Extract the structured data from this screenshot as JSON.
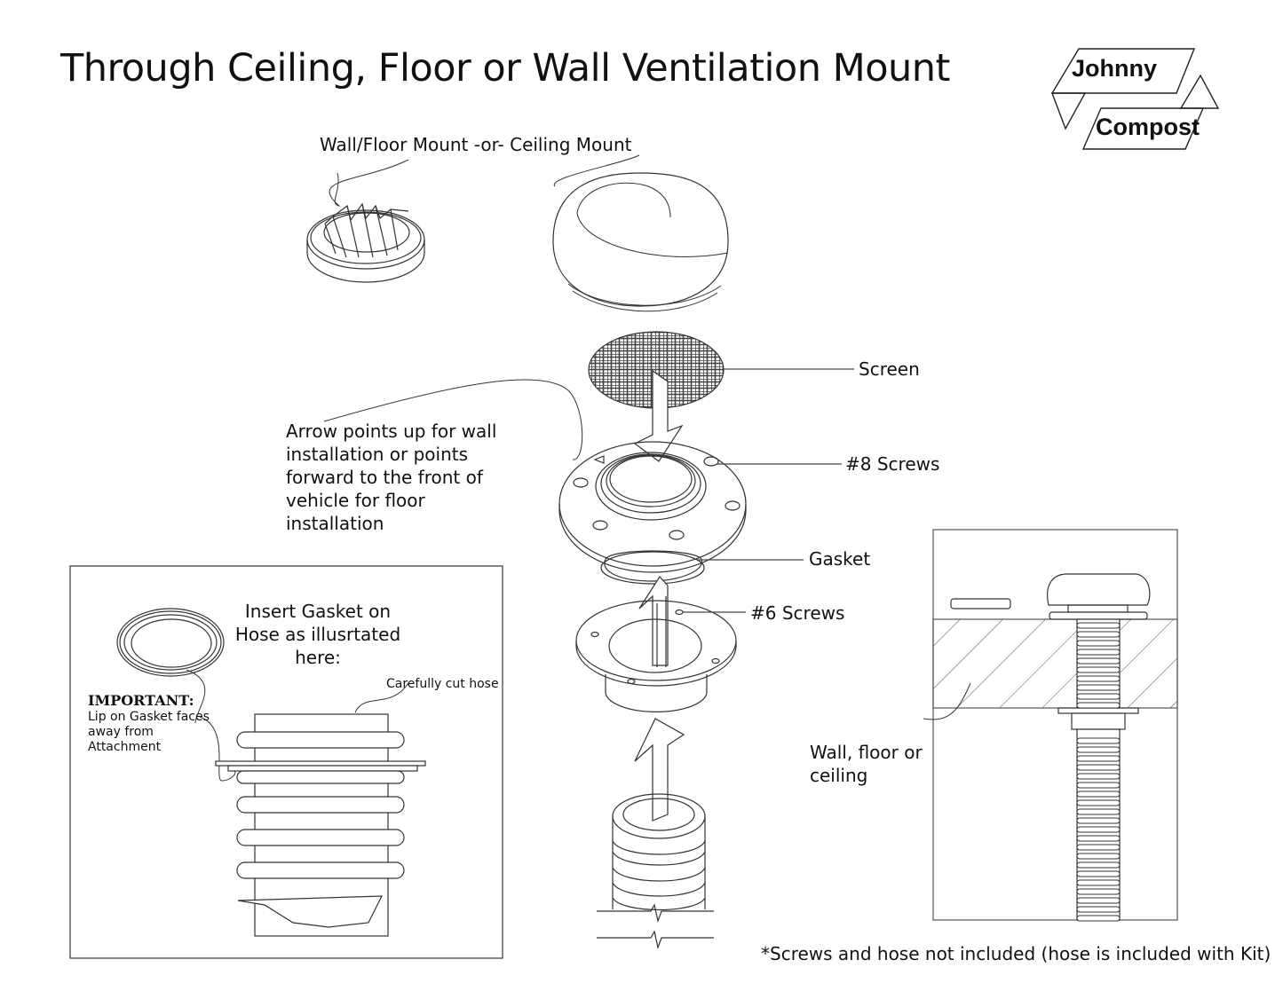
{
  "title": "Through Ceiling, Floor or Wall Ventilation Mount",
  "logo": {
    "line1": "Johnny",
    "line2": "Compost"
  },
  "labels": {
    "mount_options": "Wall/Floor Mount -or- Ceiling Mount",
    "screen": "Screen",
    "screws8": "#8 Screws",
    "gasket": "Gasket",
    "screws6": "#6 Screws",
    "arrow_note": "Arrow points up for wall installation or points forward to the front of vehicle for floor installation",
    "wall_note": "Wall, floor or ceiling",
    "footnote": "*Screws and hose not included (hose is included with Kit)"
  },
  "inset": {
    "heading": "Insert Gasket on Hose as illusrtated here:",
    "cut_note": "Carefully cut hose",
    "important_label": "IMPORTANT:",
    "important_text": "Lip on Gasket faces away from Attachment"
  }
}
